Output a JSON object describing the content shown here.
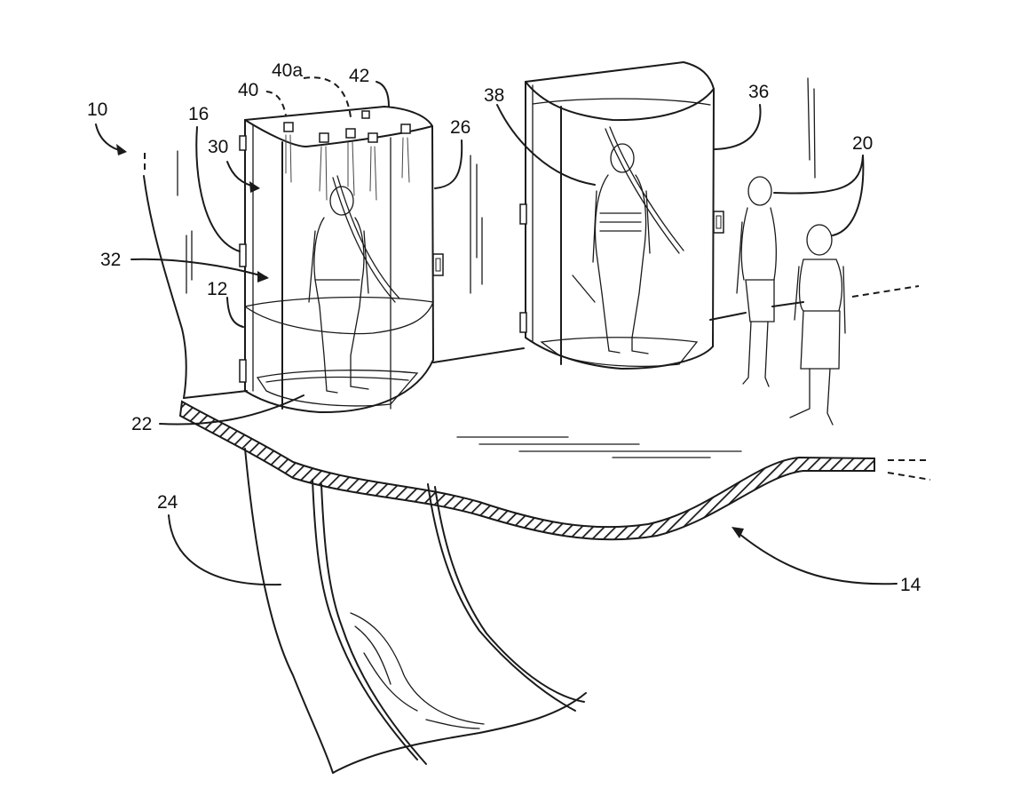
{
  "figure": {
    "labels": {
      "l10": "10",
      "l12": "12",
      "l14": "14",
      "l16": "16",
      "l20": "20",
      "l22": "22",
      "l24": "24",
      "l26": "26",
      "l30": "30",
      "l32": "32",
      "l36": "36",
      "l38": "38",
      "l40": "40",
      "l40a": "40a",
      "l42": "42"
    }
  }
}
